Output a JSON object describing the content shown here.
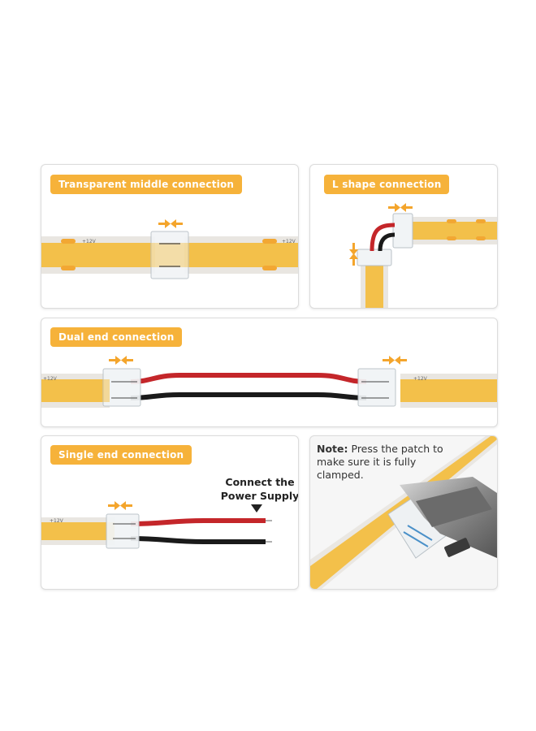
{
  "panels": {
    "transparent": {
      "title": "Transparent middle connection",
      "strip_label": "+12V"
    },
    "lshape": {
      "title": "L shape connection"
    },
    "dual": {
      "title": "Dual end connection",
      "strip_label": "+12V"
    },
    "single": {
      "title": "Single end connection",
      "strip_label": "+12V",
      "supply_line1": "Connect the",
      "supply_line2": "Power Supply"
    },
    "note": {
      "label": "Note:",
      "text": "Press the patch to make sure it is fully clamped."
    }
  },
  "colors": {
    "accent": "#f6b23a",
    "strip_led": "#f3c04a",
    "strip_edge": "#e6e2dc",
    "wire_red": "#c4262a",
    "wire_black": "#1a1a1a",
    "arrow": "#f4a52c"
  }
}
